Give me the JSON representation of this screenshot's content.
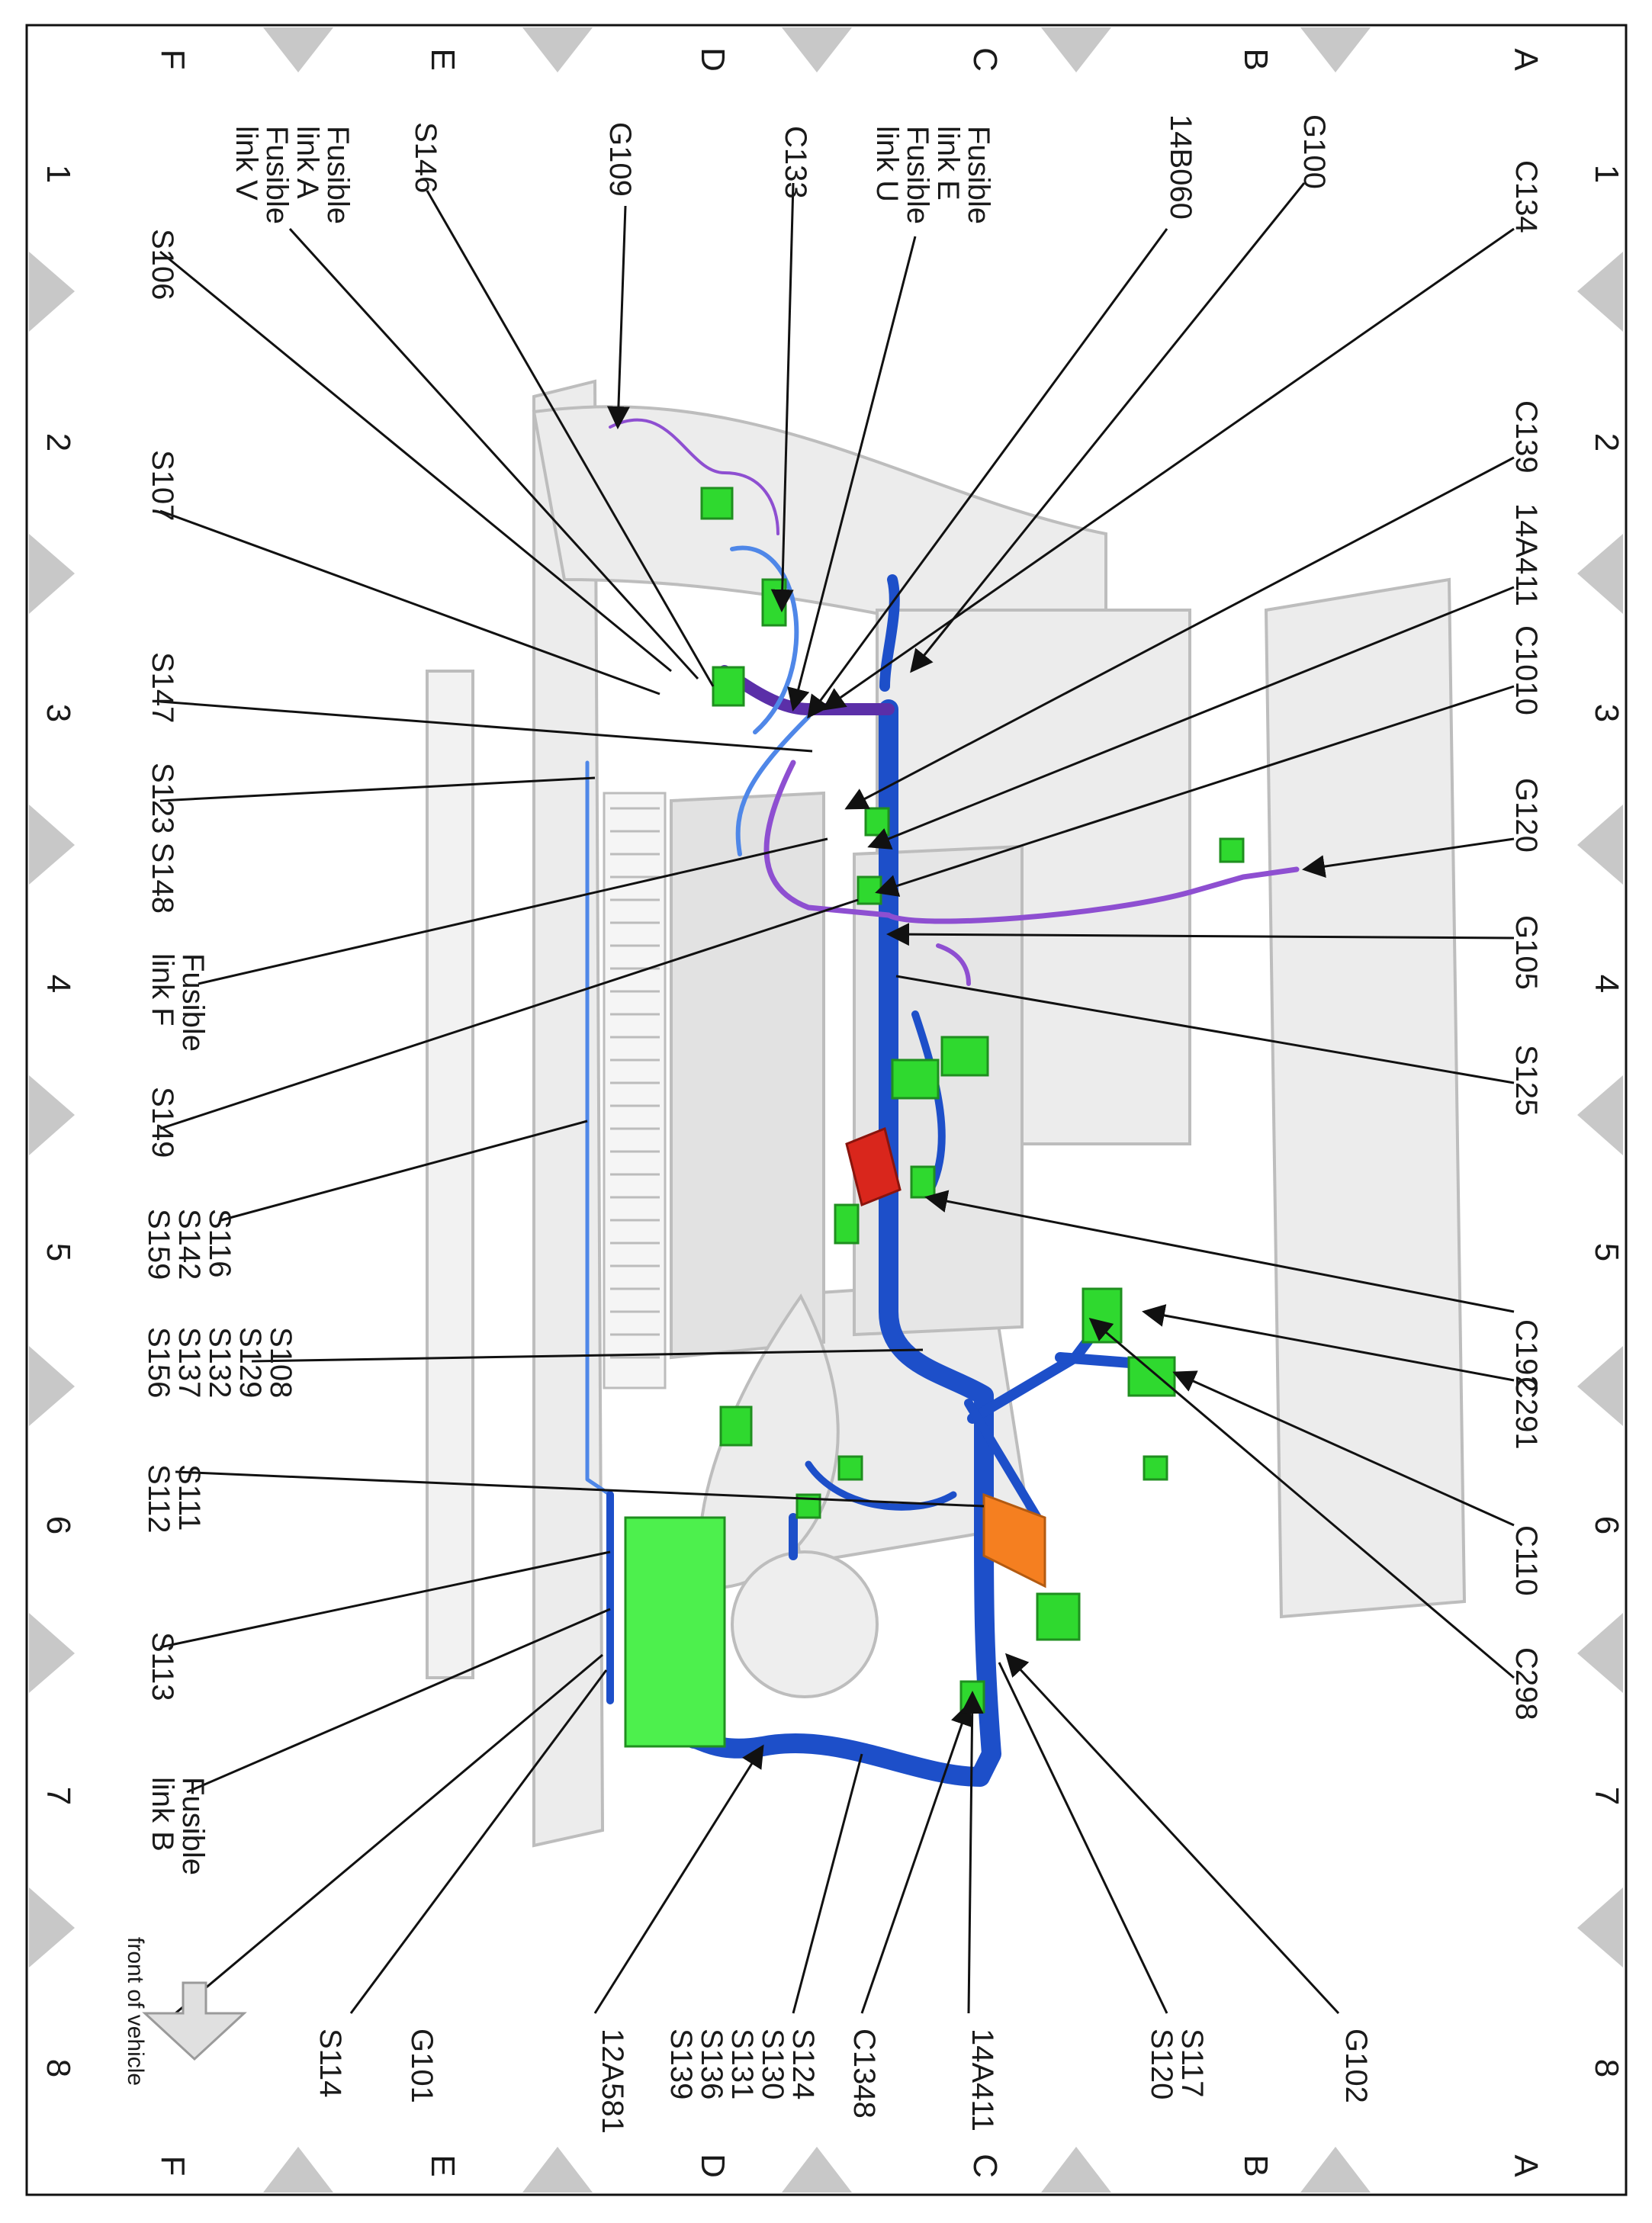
{
  "grid": {
    "columns": [
      "1",
      "2",
      "3",
      "4",
      "5",
      "6",
      "7",
      "8"
    ],
    "rows": [
      "A",
      "B",
      "C",
      "D",
      "E",
      "F"
    ]
  },
  "front_of_vehicle": "front of vehicle",
  "callouts": {
    "c134": "C134",
    "c139": "C139",
    "14a411_top": "14A411",
    "c1010": "C1010",
    "g120": "G120",
    "g105": "G105",
    "s125": "S125",
    "g100": "G100",
    "14b060": "14B060",
    "fusible_e_u": [
      "Fusible",
      "link E",
      "Fusible",
      "link U"
    ],
    "c133": "C133",
    "g109": "G109",
    "s146": "S146",
    "fusible_a_v": [
      "Fusible",
      "link A",
      "Fusible",
      "link V"
    ],
    "s106": "S106",
    "s107": "S107",
    "s147": "S147",
    "s123_s148": "S123 S148",
    "fusible_f": [
      "Fusible",
      "link F"
    ],
    "s149": "S149",
    "s116_s142_s159": [
      "S116",
      "S142",
      "S159"
    ],
    "s108_group": [
      "S108",
      "S129",
      "S132",
      "S137",
      "S156"
    ],
    "s111_s112": [
      "S111",
      "S112"
    ],
    "s113": "S113",
    "fusible_b": [
      "Fusible",
      "link B"
    ],
    "s114": "S114",
    "g101": "G101",
    "12a581": "12A581",
    "s124_group": [
      "S124",
      "S130",
      "S131",
      "S136",
      "S139"
    ],
    "c1348": "C1348",
    "14a411_bottom": "14A411",
    "s117_s120": [
      "S117",
      "S120"
    ],
    "g102": "G102",
    "c298": "C298",
    "c110": "C110",
    "c291": "C291",
    "c192": "C192"
  },
  "colors": {
    "harness_blue": "#1d4fc9",
    "harness_light_blue": "#4f87e8",
    "harness_purple": "#8e4fd1",
    "connector_green": "#2fd92f",
    "fuse_box_green": "#4df04d",
    "module_orange": "#f57f20",
    "fuse_red": "#d9261c",
    "grid_triangle": "#c8c8c8",
    "body_grey": "#d9d9d9"
  }
}
